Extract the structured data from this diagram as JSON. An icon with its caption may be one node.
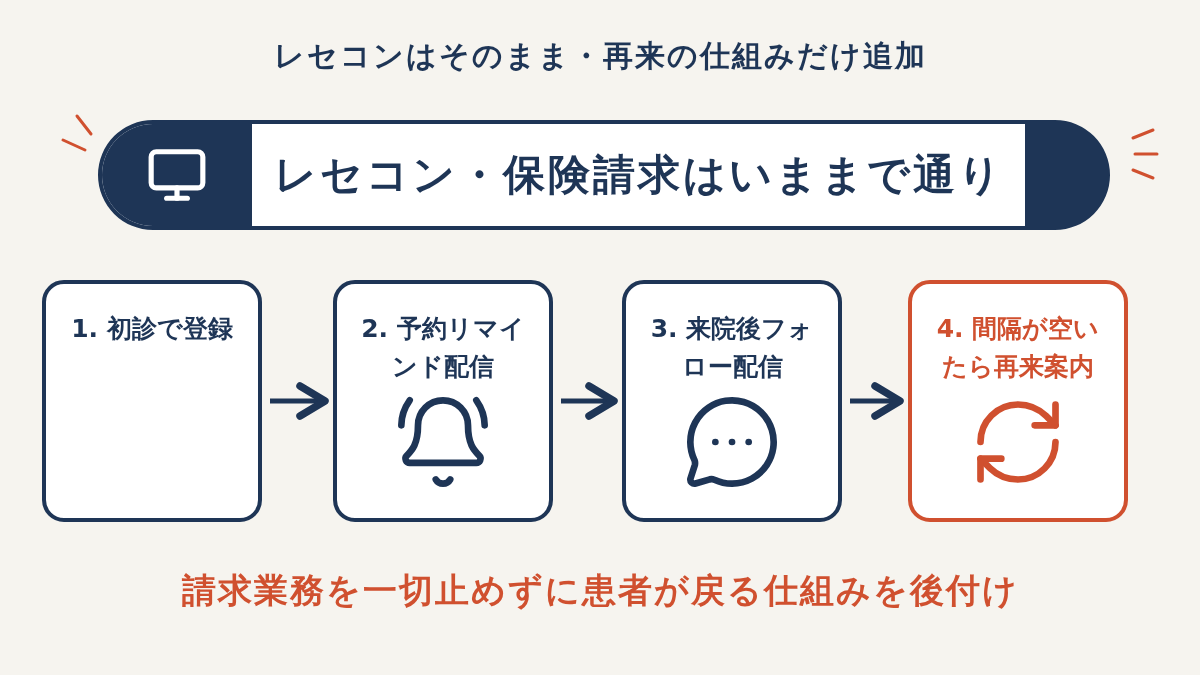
{
  "diagram": {
    "title": "レセコンはそのまま・再来の仕組みだけ追加",
    "nodes": [
      {
        "text": [
          "レセコン・保険請求はいままで通り"
        ]
      },
      {
        "text": [
          "1. 初診で登録"
        ]
      },
      {
        "text": [
          "2. 予約リマインド配信"
        ]
      },
      {
        "text": [
          "3. 来院後フォロー配信"
        ]
      },
      {
        "text": [
          "4. 間隔が空いたら再来案内"
        ]
      }
    ],
    "edges": [
      {
        "from": 1,
        "to": 2,
        "arrow": "to"
      },
      {
        "from": 2,
        "to": 3,
        "arrow": "to"
      },
      {
        "from": 3,
        "to": 4,
        "arrow": "to"
      }
    ],
    "caption": "請求業務を一切止めずに患者が戻る仕組みを後付け"
  }
}
